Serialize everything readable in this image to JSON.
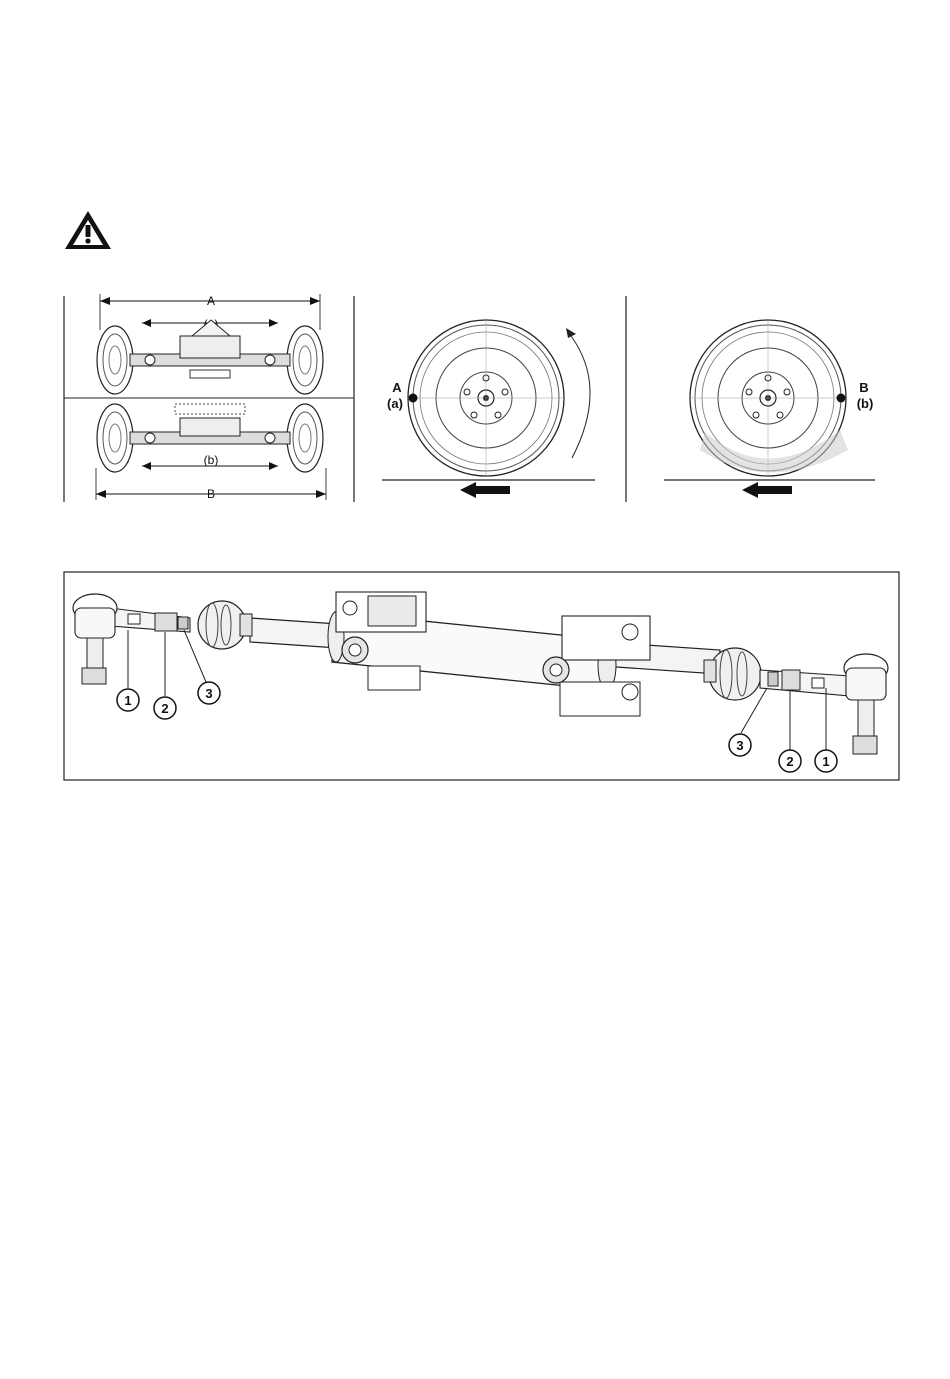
{
  "warning": {
    "icon": "warning-triangle-icon"
  },
  "figure_top": {
    "axle_diagram": {
      "top_dim": "A",
      "top_sub": "(a)",
      "bottom_dim": "B",
      "bottom_sub": "(b)"
    },
    "wheel_a": {
      "label": "A",
      "sub": "(a)"
    },
    "wheel_b": {
      "label": "B",
      "sub": "(b)"
    }
  },
  "figure_bottom": {
    "callouts_left": [
      "1",
      "2",
      "3"
    ],
    "callouts_right": [
      "3",
      "2",
      "1"
    ]
  }
}
